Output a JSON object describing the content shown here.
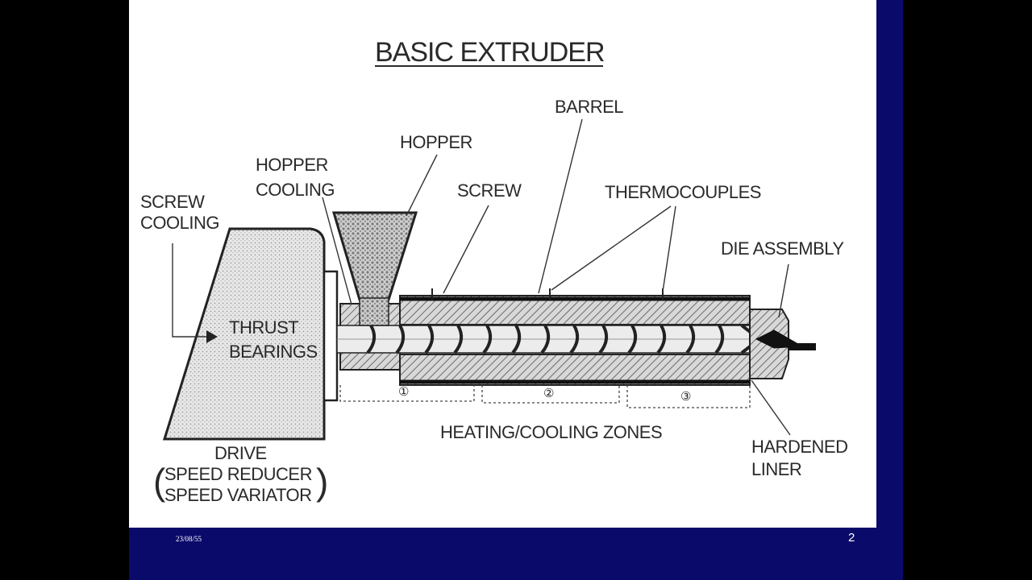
{
  "diagram": {
    "title": "BASIC EXTRUDER",
    "labels": {
      "barrel": "BARREL",
      "hopper": "HOPPER",
      "hopper_cooling_1": "HOPPER",
      "hopper_cooling_2": "COOLING",
      "screw": "SCREW",
      "thermocouples": "THERMOCOUPLES",
      "screw_cooling_1": "SCREW",
      "screw_cooling_2": "COOLING",
      "die_assembly": "DIE ASSEMBLY",
      "thrust_1": "THRUST",
      "thrust_2": "BEARINGS",
      "drive": "DRIVE",
      "speed_reducer": "SPEED REDUCER",
      "speed_variator": "SPEED VARIATOR",
      "heating_zones": "HEATING/COOLING ZONES",
      "hardened_1": "HARDENED",
      "hardened_2": "LINER"
    },
    "zones": [
      "①",
      "②",
      "③"
    ]
  },
  "footer": {
    "date": "23/08/55",
    "page": "2"
  },
  "colors": {
    "slide_background": "#0a0a6b",
    "diagram_background": "#ffffff",
    "ink": "#2a2a2a"
  }
}
